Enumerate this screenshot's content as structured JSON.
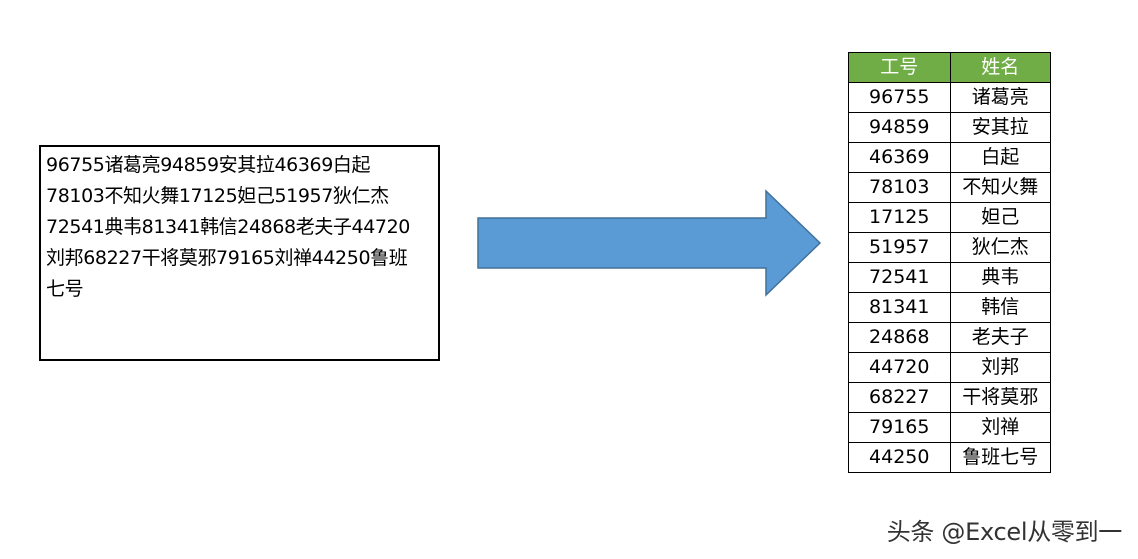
{
  "source_text": {
    "lines": [
      "96755诸葛亮94859安其拉46369白起",
      "78103不知火舞17125妲己51957狄仁杰",
      "72541典韦81341韩信24868老夫子44720",
      "刘邦68227干将莫邪79165刘禅44250鲁班",
      "七号"
    ]
  },
  "arrow": {
    "fill_color": "#5b9bd5",
    "stroke_color": "#41719c"
  },
  "table": {
    "header_color": "#70ad47",
    "headers": [
      "工号",
      "姓名"
    ],
    "rows": [
      [
        "96755",
        "诸葛亮"
      ],
      [
        "94859",
        "安其拉"
      ],
      [
        "46369",
        "白起"
      ],
      [
        "78103",
        "不知火舞"
      ],
      [
        "17125",
        "妲己"
      ],
      [
        "51957",
        "狄仁杰"
      ],
      [
        "72541",
        "典韦"
      ],
      [
        "81341",
        "韩信"
      ],
      [
        "24868",
        "老夫子"
      ],
      [
        "44720",
        "刘邦"
      ],
      [
        "68227",
        "干将莫邪"
      ],
      [
        "79165",
        "刘禅"
      ],
      [
        "44250",
        "鲁班七号"
      ]
    ]
  },
  "watermark": "头条 @Excel从零到一"
}
